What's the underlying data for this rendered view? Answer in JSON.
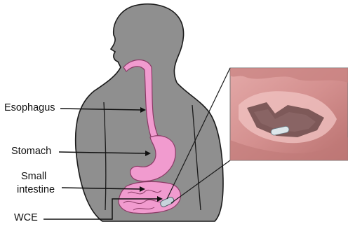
{
  "labels": {
    "esophagus": "Esophagus",
    "stomach": "Stomach",
    "small_intestine_line1": "Small",
    "small_intestine_line2": "intestine",
    "wce": "WCE"
  },
  "colors": {
    "body": "#8f8f8f",
    "outline": "#1a1a1a",
    "organ": "#f19bcf",
    "organ_outline": "#8a3b66",
    "capsule": "#c7d4dc",
    "tissue": "#d99b9b",
    "tissue_dark": "#7a4848"
  },
  "icons": {
    "inset": "endoscopy-inset-image",
    "capsule": "capsule-endoscope-icon"
  }
}
